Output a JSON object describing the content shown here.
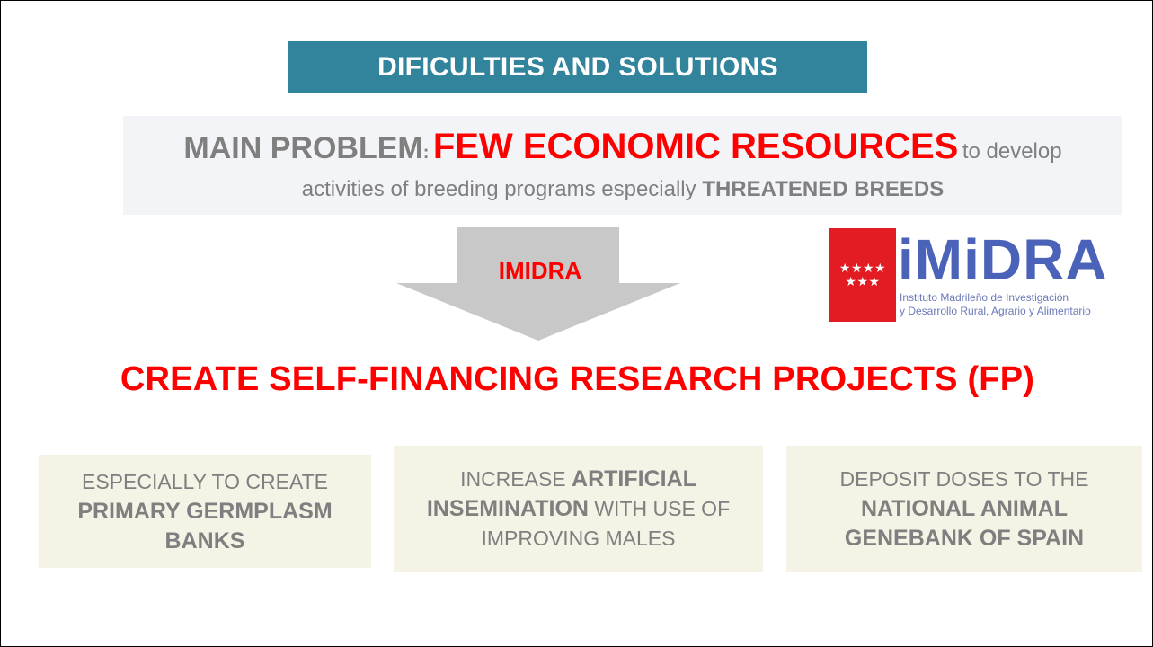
{
  "title": "DIFICULTIES AND SOLUTIONS",
  "problem": {
    "lead": "MAIN PROBLEM",
    "colon": ":",
    "emphasis": "FEW ECONOMIC RESOURCES",
    "tail": "to develop",
    "line2_text": "activities of breeding programs especially",
    "line2_bold": "THREATENED BREEDS"
  },
  "arrow_label": "IMIDRA",
  "logo": {
    "stars": "★★★★\n★★★",
    "name": "iMiDRA",
    "subtitle_line1": "Instituto Madrileño de Investigación",
    "subtitle_line2": "y Desarrollo Rural, Agrario y Alimentario",
    "red": "#e31b23",
    "blue": "#4a62b8"
  },
  "headline": "CREATE SELF-FINANCING RESEARCH PROJECTS (FP)",
  "cards": [
    {
      "line1": "ESPECIALLY TO CREATE",
      "bold": "PRIMARY GERMPLASM BANKS"
    },
    {
      "pre": "INCREASE",
      "bold": "ARTIFICIAL INSEMINATION",
      "post": "WITH USE OF IMPROVING MALES"
    },
    {
      "line1": "DEPOSIT DOSES TO THE",
      "bold": "NATIONAL ANIMAL GENEBANK OF SPAIN"
    }
  ],
  "colors": {
    "title_bg": "#31849b",
    "accent_red": "#ff0000",
    "text_gray": "#7f7f7f",
    "card_bg": "#f5f3e6",
    "arrow": "#c8c8c8"
  }
}
